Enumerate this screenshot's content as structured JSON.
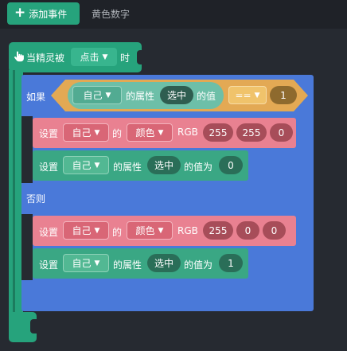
{
  "toolbar": {
    "add_event_label": "添加事件",
    "tab_label": "黄色数字"
  },
  "event": {
    "prefix": "当精灵被",
    "trigger": "点击",
    "suffix": "时"
  },
  "if_else": {
    "if_label": "如果",
    "else_label": "否则",
    "condition": {
      "target": "自己",
      "property_label": "的属性",
      "property": "选中",
      "value_label": "的值",
      "operator": "==",
      "value": "1"
    }
  },
  "then_branch": {
    "color_block": {
      "set_label": "设置",
      "target": "自己",
      "of_label": "的",
      "property": "颜色",
      "rgb_label": "RGB",
      "r": "255",
      "g": "255",
      "b": "0"
    },
    "prop_block": {
      "set_label": "设置",
      "target": "自己",
      "property_label": "的属性",
      "property": "选中",
      "value_label": "的值为",
      "value": "0"
    }
  },
  "else_branch": {
    "color_block": {
      "set_label": "设置",
      "target": "自己",
      "of_label": "的",
      "property": "颜色",
      "rgb_label": "RGB",
      "r": "255",
      "g": "0",
      "b": "0"
    },
    "prop_block": {
      "set_label": "设置",
      "target": "自己",
      "property_label": "的属性",
      "property": "选中",
      "value_label": "的值为",
      "value": "1"
    }
  },
  "colors": {
    "event": "#26a37c",
    "control": "#4a79d9",
    "operator": "#e3a954",
    "looks": "#e98191",
    "property": "#3aa784"
  }
}
